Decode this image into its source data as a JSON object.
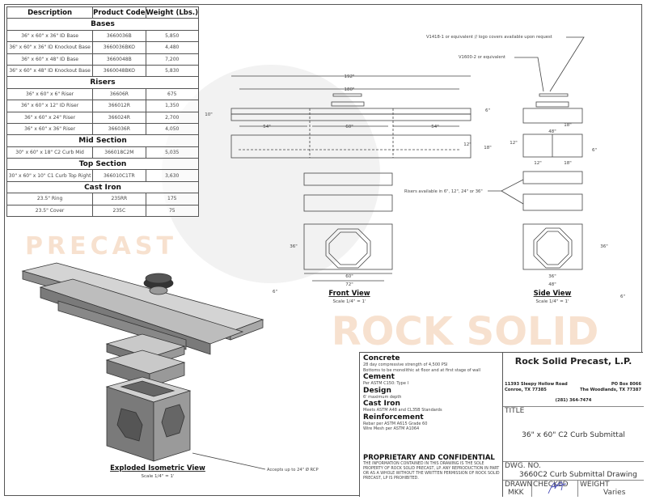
{
  "table": {
    "headers": [
      "Description",
      "Product Code",
      "Weight (Lbs.)"
    ],
    "sections": [
      {
        "title": "Bases",
        "rows": [
          [
            "36\" x 60\" x 36\" ID Base",
            "3660036B",
            "5,850"
          ],
          [
            "36\" x 60\" x 36\" ID Knockout Base",
            "3660036BKO",
            "4,480"
          ],
          [
            "36\" x 60\" x 48\" ID Base",
            "3660048B",
            "7,200"
          ],
          [
            "36\" x 60\" x 48\" ID Knockout Base",
            "3660048BKO",
            "5,830"
          ]
        ]
      },
      {
        "title": "Risers",
        "rows": [
          [
            "36\" x 60\" x 6\" Riser",
            "36606R",
            "675"
          ],
          [
            "36\" x 60\" x 12\" ID Riser",
            "366012R",
            "1,350"
          ],
          [
            "36\" x 60\" x 24\" Riser",
            "366024R",
            "2,700"
          ],
          [
            "36\" x 60\" x 36\" Riser",
            "366036R",
            "4,050"
          ]
        ]
      },
      {
        "title": "Mid Section",
        "rows": [
          [
            "30\" x 60\" x 18\" C2 Curb Mid",
            "366018C2M",
            "5,035"
          ]
        ]
      },
      {
        "title": "Top Section",
        "rows": [
          [
            "30\" x 60\" x 10\" C1 Curb Top Right",
            "366010C1TR",
            "3,630"
          ]
        ]
      },
      {
        "title": "Cast Iron",
        "rows": [
          [
            "23.5\" Ring",
            "235RR",
            "175"
          ],
          [
            "23.5\" Cover",
            "235C",
            "75"
          ]
        ]
      }
    ]
  },
  "drawing": {
    "callout_cover": "V1418-1 or equivalent // logo covers available upon request",
    "callout_ring": "V1600-2 or equivalent",
    "callout_risers": "Risers available in 6\", 12\", 24\" or 36\"",
    "callout_pipe": "Accepts up to 24\" Ø RCP",
    "dims": {
      "d192": "192\"",
      "d180": "180\"",
      "d54a": "54\"",
      "d60": "60\"",
      "d54b": "54\"",
      "d10": "10\"",
      "d6top": "6\"",
      "d12": "12\"",
      "d18": "18\"",
      "s18a": "18\"",
      "s48a": "48\"",
      "s12": "12\"",
      "s6": "6\"",
      "s12b": "12\"",
      "s18b": "18\"",
      "f36": "36\"",
      "f60": "60\"",
      "f72": "72\"",
      "f6": "6\"",
      "sv36": "36\"",
      "sv36b": "36\"",
      "sv48": "48\"",
      "sv6": "6\""
    },
    "front_view": "Front View",
    "side_view": "Side View",
    "iso_view": "Exploded Isometric View",
    "scale": "Scale 1/4\" = 1'"
  },
  "watermark": {
    "line1": "ROCK SOLID",
    "line2": "PRECAST",
    "color": "#f2c9a8"
  },
  "notes": [
    {
      "head": "Concrete",
      "lines": [
        "28 day compressive strength of 4,500 PSI",
        "Bottoms to be monolithic at floor and at first stage of wall"
      ]
    },
    {
      "head": "Cement",
      "lines": [
        "Per ASTM C150: Type I"
      ]
    },
    {
      "head": "Design",
      "lines": [
        "6' maximum depth"
      ]
    },
    {
      "head": "Cast Iron",
      "lines": [
        "Meets ASTM A48 and CL35B Standards"
      ]
    },
    {
      "head": "Reinforcement",
      "lines": [
        "Rebar per ASTM A615 Grade 60",
        "Wire Mesh per ASTM A1064"
      ]
    }
  ],
  "proprietary": {
    "head": "PROPRIETARY AND CONFIDENTIAL",
    "body": "THE INFORMATION CONTAINED IN THIS DRAWING IS THE SOLE PROPERTY OF ROCK SOLID PRECAST, LP. ANY REPRODUCTION IN PART OR AS A WHOLE WITHOUT THE WRITTEN PERMISSION OF ROCK SOLID PRECAST, LP IS PROHIBITED."
  },
  "titleblock": {
    "company": "Rock Solid Precast, L.P.",
    "addr_left_1": "11393 Sleepy Hollow Road",
    "addr_left_2": "Conroe, TX 77385",
    "addr_right_1": "PO Box 8066",
    "addr_right_2": "The Woodlands, TX 77387",
    "phone": "(281) 364-7474",
    "title_label": "TITLE",
    "title": "36\" x 60\" C2 Curb Submittal",
    "dwg_label": "DWG.  NO.",
    "dwg_no": "3660C2 Curb Submittal Drawing",
    "drawn_label": "DRAWN",
    "checked_label": "CHECKED",
    "weight_label": "WEIGHT",
    "drawn": "MKK",
    "weight": "Varies"
  }
}
